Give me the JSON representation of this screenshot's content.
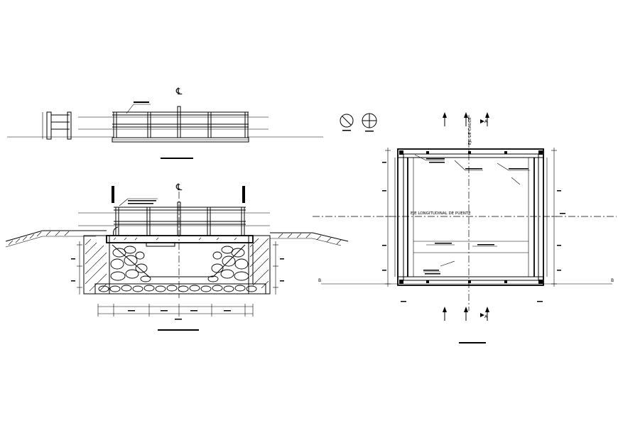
{
  "centerline_symbol": "℄",
  "elevation_view": {
    "title": ""
  },
  "cross_section": {
    "title": ""
  },
  "plan_view": {
    "title": "",
    "channel_axis_label": "EJE DE CAUCE",
    "longitudinal_axis_label": "EJE LONGITUDINAL DE PUENTE",
    "section_a": "A",
    "section_b": "B"
  },
  "colors": {
    "line": "#000000",
    "background": "#ffffff"
  },
  "icons": [
    "centerline-icon",
    "section-arrow-icon",
    "railing-detail-icon"
  ]
}
